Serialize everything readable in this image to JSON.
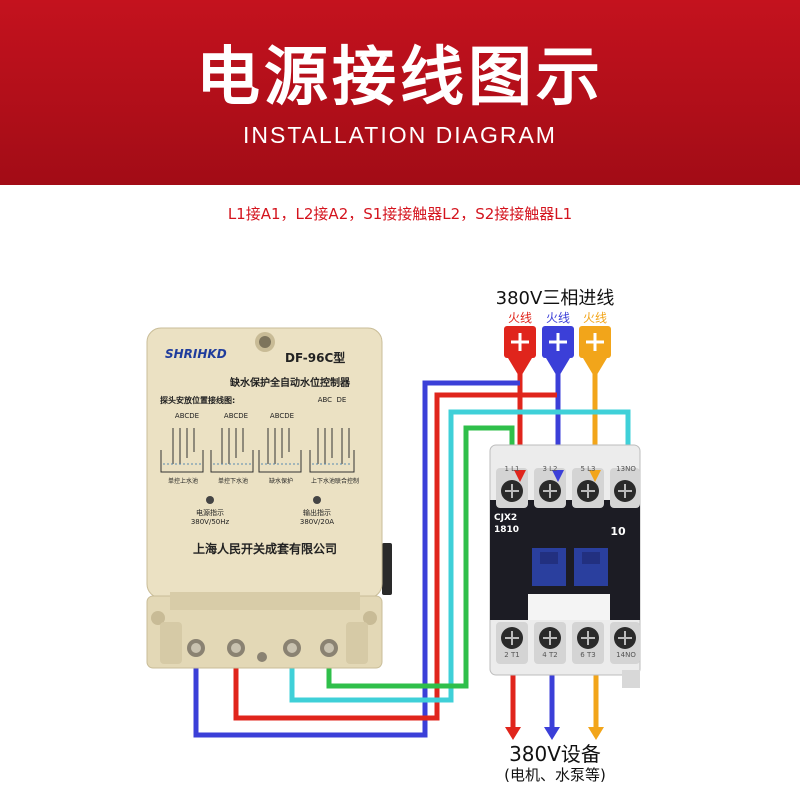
{
  "banner": {
    "title": "电源接线图示",
    "subtitle": "INSTALLATION DIAGRAM"
  },
  "note": "L1接A1，L2接A2，S1接接触器L2，S2接接触器L1",
  "supply": {
    "title": "380V三相进线",
    "phases": [
      {
        "label": "火线",
        "color": "#e0251c"
      },
      {
        "label": "火线",
        "color": "#3b3fd8"
      },
      {
        "label": "火线",
        "color": "#f2a51a"
      }
    ]
  },
  "controller": {
    "logo": "SHRIHKD",
    "model": "DF-96C型",
    "name": "缺水保护全自动水位控制器",
    "probe_heading": "探头安放位置接线图:",
    "probe_letters": [
      "ABCDE",
      "ABCDE",
      "ABCDE",
      "ABC  DE"
    ],
    "probe_captions": [
      "单控上水池",
      "单控下水池",
      "缺水保护",
      "上下水池联合控制"
    ],
    "power_label": "电源指示",
    "power_rating": "380V/50Hz",
    "output_label": "输出指示",
    "output_rating": "380V/20A",
    "maker": "上海人民开关成套有限公司"
  },
  "contactor": {
    "model": "CJX2\n1810",
    "code": "10",
    "top_terminals": [
      "1 L1",
      "3 L2",
      "5 L3",
      "13NO"
    ],
    "bottom_terminals": [
      "2 T1",
      "4 T2",
      "6 T3",
      "14NO"
    ]
  },
  "load": {
    "title": "380V设备",
    "subtitle": "(电机、水泵等)"
  },
  "colors": {
    "red": "#e0251c",
    "blue": "#3b3fd8",
    "yellow": "#f2a51a",
    "cyan": "#3fd0d8",
    "green": "#2fbf4a"
  }
}
